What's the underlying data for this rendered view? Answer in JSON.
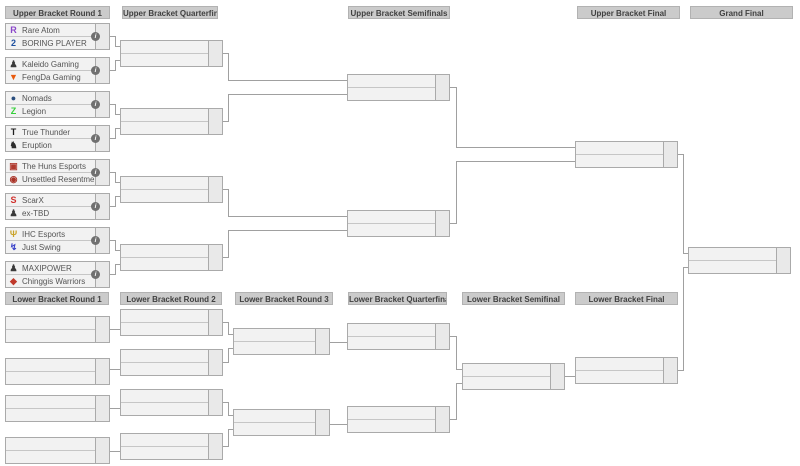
{
  "upper_headers": [
    "Upper Bracket Round 1",
    "Upper Bracket Quarterfinals",
    "Upper Bracket Semifinals",
    "Upper Bracket Final",
    "Grand Final"
  ],
  "lower_headers": [
    "Lower Bracket Round 1",
    "Lower Bracket Round 2",
    "Lower Bracket Round 3",
    "Lower Bracket Quarterfinals",
    "Lower Bracket Semifinal",
    "Lower Bracket Final"
  ],
  "ub_round1_matches": [
    {
      "top": {
        "name": "Rare Atom",
        "icon": "rare-atom-logo-icon",
        "glyph": "R",
        "color": "#8a46c9"
      },
      "bottom": {
        "name": "BORING PLAYER",
        "icon": "boring-player-logo-icon",
        "glyph": "2",
        "color": "#1c4f9e"
      }
    },
    {
      "top": {
        "name": "Kaleido Gaming",
        "icon": "kaleido-gaming-logo-icon",
        "glyph": "♟",
        "color": "#3a3a3a"
      },
      "bottom": {
        "name": "FengDa Gaming",
        "icon": "fengda-gaming-logo-icon",
        "glyph": "▼",
        "color": "#e8590c"
      }
    },
    {
      "top": {
        "name": "Nomads",
        "icon": "nomads-logo-icon",
        "glyph": "●",
        "color": "#2a4e7e"
      },
      "bottom": {
        "name": "Legion",
        "icon": "legion-logo-icon",
        "glyph": "Z",
        "color": "#35cf3a"
      }
    },
    {
      "top": {
        "name": "True Thunder",
        "icon": "true-thunder-logo-icon",
        "glyph": "T",
        "color": "#1f1f1f"
      },
      "bottom": {
        "name": "Eruption",
        "icon": "eruption-logo-icon",
        "glyph": "♞",
        "color": "#2e2e2e"
      }
    },
    {
      "top": {
        "name": "The Huns Esports",
        "icon": "the-huns-esports-logo-icon",
        "glyph": "▣",
        "color": "#b03a2e"
      },
      "bottom": {
        "name": "Unsettled Resentment",
        "icon": "unsettled-resentment-logo-icon",
        "glyph": "◉",
        "color": "#a93226"
      }
    },
    {
      "top": {
        "name": "ScarX",
        "icon": "scarx-logo-icon",
        "glyph": "S",
        "color": "#d0312d"
      },
      "bottom": {
        "name": "ex-TBD",
        "icon": "ex-tbd-logo-icon",
        "glyph": "♟",
        "color": "#3a3a3a"
      }
    },
    {
      "top": {
        "name": "IHC Esports",
        "icon": "ihc-esports-logo-icon",
        "glyph": "Ψ",
        "color": "#c9a227"
      },
      "bottom": {
        "name": "Just Swing",
        "icon": "just-swing-logo-icon",
        "glyph": "↯",
        "color": "#3b43c9"
      }
    },
    {
      "top": {
        "name": "MAXIPOWER",
        "icon": "maxipower-logo-icon",
        "glyph": "♟",
        "color": "#3a3a3a"
      },
      "bottom": {
        "name": "Chinggis Warriors",
        "icon": "chinggis-warriors-logo-icon",
        "glyph": "◆",
        "color": "#c0392b"
      }
    }
  ],
  "match_info": {
    "icon": "match-details-icon",
    "glyph": "i"
  },
  "colors": {
    "header_bg": "#cbcbcb",
    "header_border": "#b2b2b2",
    "header_text": "#404040",
    "box_bg": "#f2f2f2",
    "box_border": "#aaaaaa",
    "score_bg": "#e9e9e9",
    "row_divider": "#c6c6c6",
    "line": "#a0a0a0",
    "name_text": "#545454",
    "info_bg": "#707070"
  }
}
